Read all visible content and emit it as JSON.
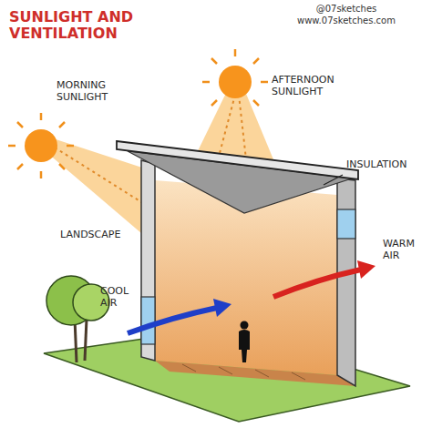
{
  "diagram": {
    "title": "SUNLIGHT AND VENTILATION",
    "labels": [
      "@07sketches",
      "www.07sketches.com",
      "MORNING SUNLIGHT",
      "AFTERNOON SUNLIGHT",
      "INSULATION",
      "LANDSCAPE",
      "COOL AIR",
      "WARM AIR"
    ]
  }
}
